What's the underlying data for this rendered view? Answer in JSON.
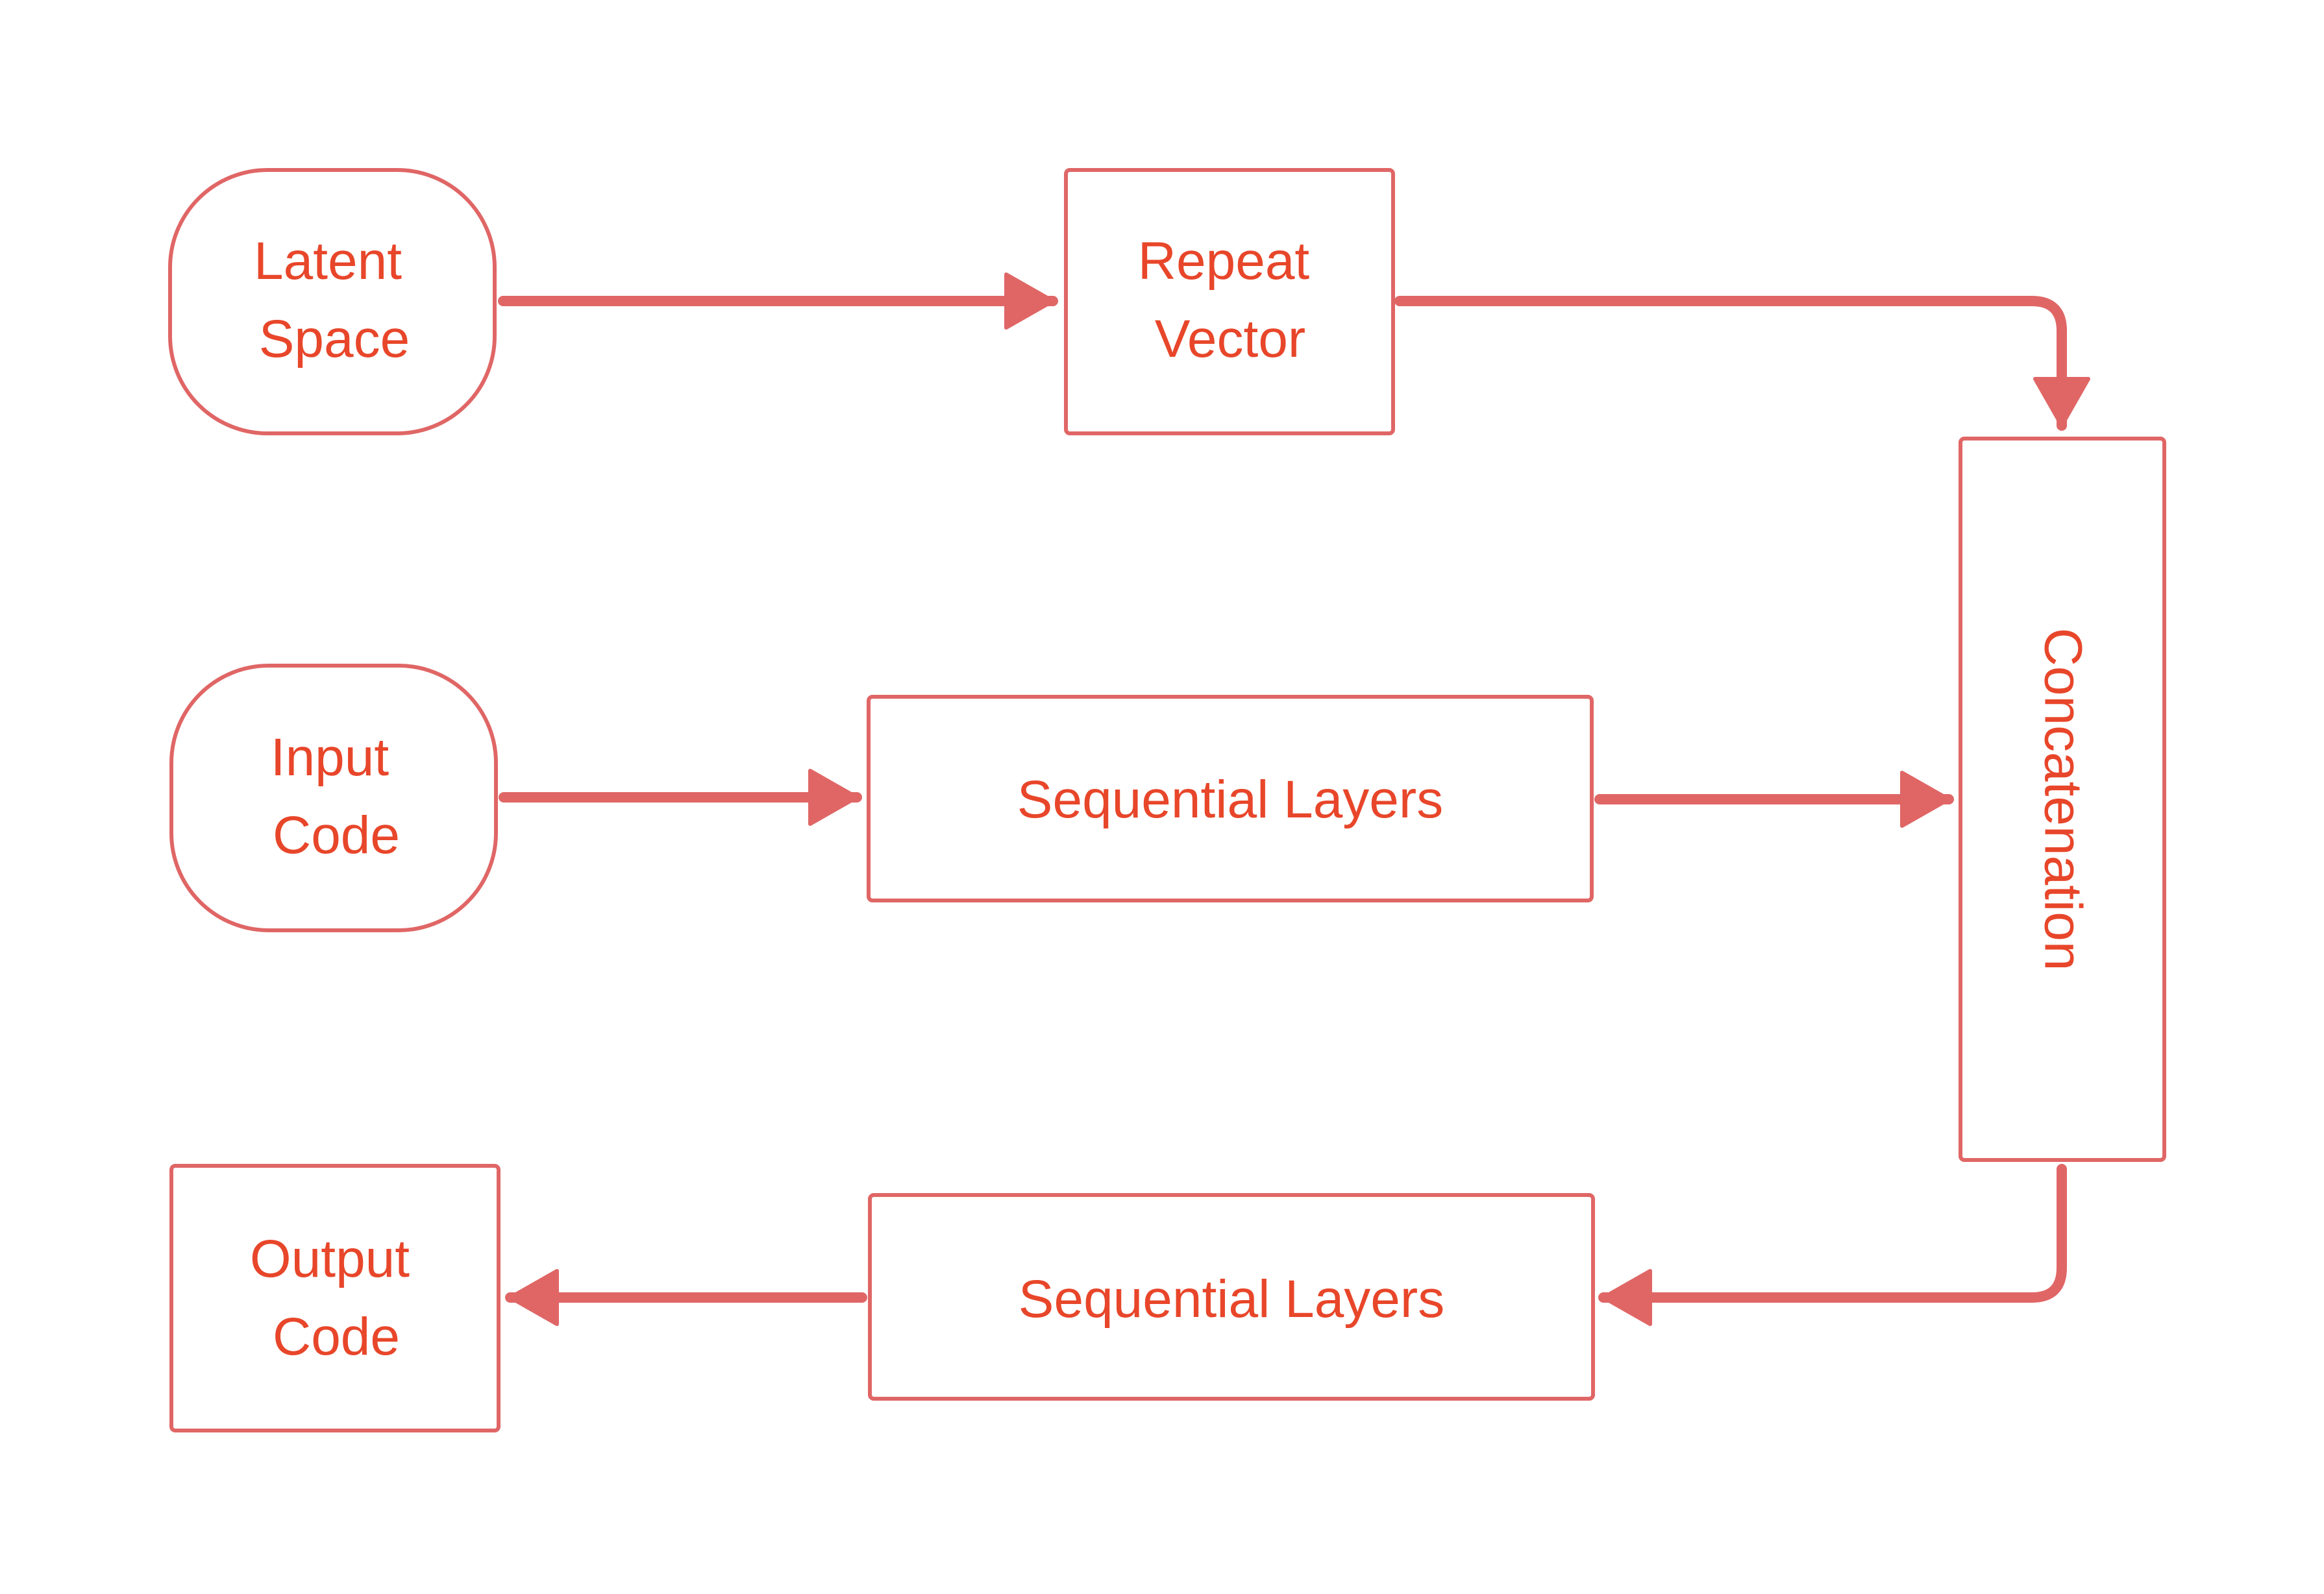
{
  "colors": {
    "stroke": "#e06666",
    "text": "#e8462a",
    "background": "#ffffff"
  },
  "nodes": {
    "latent_space": {
      "line1": "Latent",
      "line2": "Space",
      "shape": "rounded"
    },
    "repeat_vector": {
      "line1": "Repeat",
      "line2": "Vector",
      "shape": "rectangle"
    },
    "concatenation": {
      "label": "Concatenation",
      "shape": "rectangle"
    },
    "input_code": {
      "line1": "Input",
      "line2": "Code",
      "shape": "rounded"
    },
    "sequential_layers_top": {
      "label": "Sequential Layers",
      "shape": "rectangle"
    },
    "sequential_layers_bottom": {
      "label": "Sequential Layers",
      "shape": "rectangle"
    },
    "output_code": {
      "line1": "Output",
      "line2": "Code",
      "shape": "rectangle"
    }
  },
  "edges": [
    {
      "from": "latent_space",
      "to": "repeat_vector"
    },
    {
      "from": "repeat_vector",
      "to": "concatenation"
    },
    {
      "from": "input_code",
      "to": "sequential_layers_top"
    },
    {
      "from": "sequential_layers_top",
      "to": "concatenation"
    },
    {
      "from": "concatenation",
      "to": "sequential_layers_bottom"
    },
    {
      "from": "sequential_layers_bottom",
      "to": "output_code"
    }
  ]
}
